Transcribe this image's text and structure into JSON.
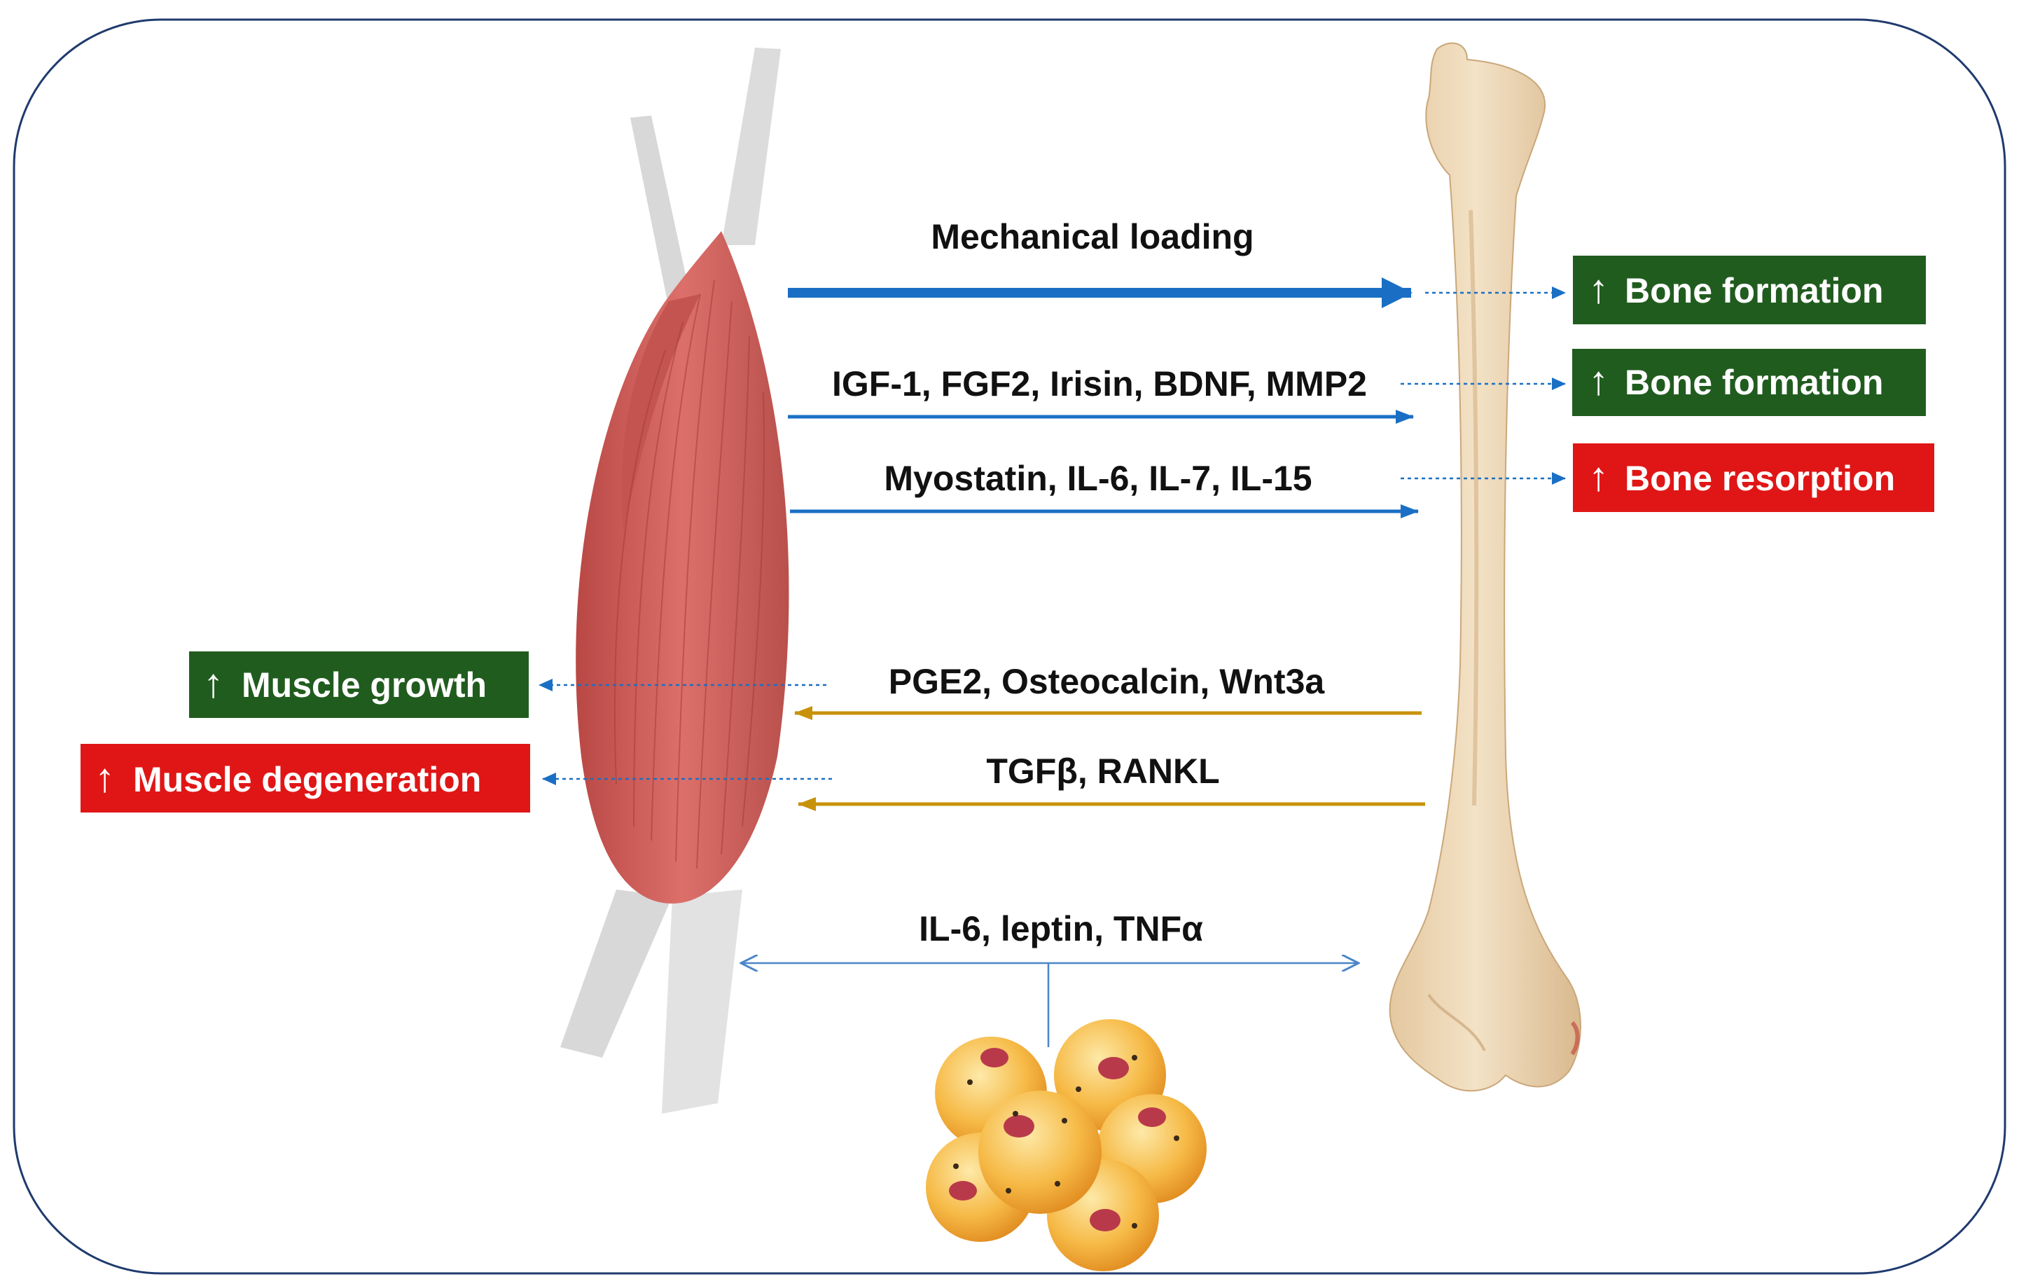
{
  "diagram": {
    "muscle_to_bone": [
      {
        "label": "Mechanical loading",
        "outcome_arrow": "↑",
        "outcome": "Bone formation",
        "outcome_color": "#215c1f"
      },
      {
        "label": "IGF-1, FGF2, Irisin, BDNF, MMP2",
        "outcome_arrow": "↑",
        "outcome": "Bone formation",
        "outcome_color": "#215c1f"
      },
      {
        "label": "Myostatin, IL-6, IL-7, IL-15",
        "outcome_arrow": "↑",
        "outcome": "Bone resorption",
        "outcome_color": "#e01616"
      }
    ],
    "bone_to_muscle": [
      {
        "label": "PGE2, Osteocalcin, Wnt3a",
        "outcome_arrow": "↑",
        "outcome": "Muscle growth",
        "outcome_color": "#215c1f"
      },
      {
        "label": "TGFβ, RANKL",
        "outcome_arrow": "↑",
        "outcome": "Muscle degeneration",
        "outcome_color": "#e01616"
      }
    ],
    "adipose": {
      "label": "IL-6, leptin, TNFα"
    },
    "colors": {
      "frame": "#1f3a6e",
      "muscle_to_bone_arrow": "#1a6fc4",
      "bone_to_muscle_arrow": "#c8920a",
      "adipose_arrow": "#4a86c8",
      "muscle": "#d4625e",
      "tendon": "#dcdcdc",
      "bone": "#ecd6b3",
      "fat_cell": "#f5b23c",
      "nucleus": "#b83a4a"
    }
  }
}
